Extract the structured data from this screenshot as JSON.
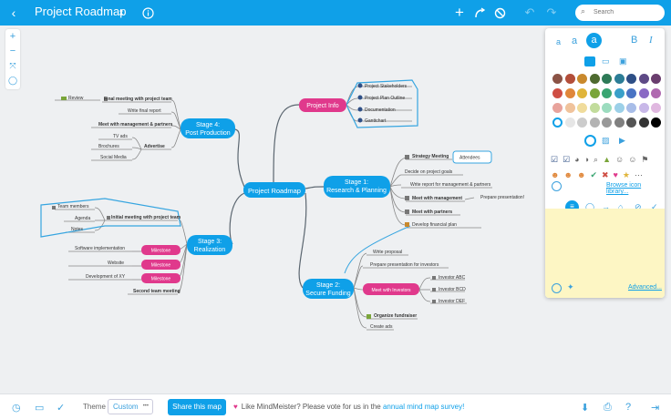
{
  "header": {
    "title": "Project Roadmap",
    "search_placeholder": "Search",
    "colors": {
      "bar": "#0fa0e8"
    }
  },
  "map": {
    "root": "Project Roadmap",
    "stages": {
      "info": "Project Info",
      "s1a": "Stage 1:",
      "s1b": "Research & Planning",
      "s2a": "Stage 2:",
      "s2b": "Secure Funding",
      "s3a": "Stage 3:",
      "s3b": "Realization",
      "s4a": "Stage 4:",
      "s4b": "Post Production"
    },
    "info_items": [
      "Project Stakeholders",
      "Project Plan Outline",
      "Documentation",
      "Ganttchart"
    ],
    "stage1_items": {
      "strategy": "Strategy Meeting",
      "attendees": "Attendees",
      "decide": "Decide on project goals",
      "write": "Write report for management & partners",
      "meet_mgmt": "Meet with management",
      "prepare_pres": "Prepare presentation!",
      "meet_partners": "Meet with partners",
      "financial": "Develop financial plan"
    },
    "stage2_items": {
      "proposal": "Write proposal",
      "prep_investors": "Prepare presentation for investors",
      "meet_investors": "Meet with Investors",
      "abc": "Investor ABC",
      "bcd": "Investor BCD",
      "def": "Investor DEF",
      "fundraiser": "Organize fundraiser",
      "ads": "Create ads"
    },
    "stage3_items": {
      "initial": "Initial meeting with project team",
      "team": "Team members",
      "agenda": "Agenda",
      "notes": "Notes",
      "software": "Software implementation",
      "website": "Website",
      "dev": "Development of XY",
      "milestone": "Milestone",
      "second": "Second team meeting"
    },
    "stage4_items": {
      "review": "Review",
      "final_meet": "Final meeting with project team",
      "final_report": "Write final report",
      "meet_mgmt": "Meet with management & partners",
      "advertise": "Advertise",
      "tv": "TV ads",
      "brochures": "Brochures",
      "social": "Social Media"
    }
  },
  "panel": {
    "text_sizes": [
      "a",
      "a",
      "a"
    ],
    "bold": "B",
    "italic": "I",
    "browse_icons": "Browse icon library...",
    "advanced": "Advanced..."
  },
  "footer": {
    "theme_label": "Theme",
    "theme_value": "Custom",
    "more": "•••",
    "share": "Share this map",
    "promo_text": "Like MindMeister? Please vote for us in the",
    "promo_link": "annual mind map survey!"
  },
  "colors": {
    "accent": "#0fa0e8",
    "pink": "#e0398c",
    "palette": [
      [
        "#8b5346",
        "#b34e3a",
        "#c9892d",
        "#4e6a2f",
        "#2e7a57",
        "#2c7d96",
        "#2e4f86",
        "#5e4a86",
        "#6a3e6e"
      ],
      [
        "#cf4e44",
        "#e0873a",
        "#e0b53a",
        "#7aa53a",
        "#3aa572",
        "#3aa0c9",
        "#4a74c4",
        "#8a6ac4",
        "#b06ab0"
      ],
      [
        "#e8a39c",
        "#f0c39c",
        "#f0dc9c",
        "#c2dc9c",
        "#9cdcbf",
        "#9cd0e8",
        "#a8bde8",
        "#c8b8e8",
        "#e0b8e0"
      ],
      [
        "#ffffff",
        "#e6e6e6",
        "#cccccc",
        "#b3b3b3",
        "#999999",
        "#808080",
        "#555555",
        "#333333",
        "#000000"
      ]
    ]
  }
}
